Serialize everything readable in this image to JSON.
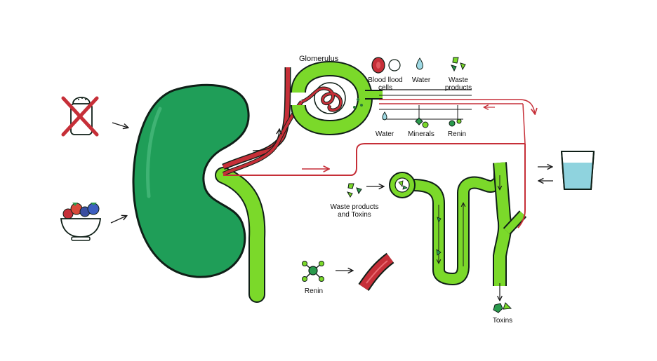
{
  "labels": {
    "glomerulus": "Glomerulus",
    "blood_cells_line1": "Blood llood",
    "blood_cells_line2": "cells",
    "water_top": "Water",
    "waste_top_line1": "Waste",
    "waste_top_line2": "products",
    "water_bottom": "Water",
    "minerals": "Minerals",
    "renin_top": "Renin",
    "waste_toxins_line1": "Waste products",
    "waste_toxins_line2": "and Toxins",
    "renin_bottom": "Renin",
    "toxins": "Toxins"
  },
  "icons": {
    "no_salt": "no-salt-shaker-icon",
    "fruit_bowl": "fruit-bowl-icon",
    "water_glass": "water-glass-icon",
    "molecule": "molecule-icon",
    "blood_cell": "red-blood-cell-icon",
    "water_drop": "water-drop-icon"
  },
  "colors": {
    "kidney": "#1f9e58",
    "kidney_outline": "#0f1f17",
    "tube_green": "#7bd92a",
    "vessel_red": "#c62f38",
    "arrow": "#1a1a1a"
  }
}
